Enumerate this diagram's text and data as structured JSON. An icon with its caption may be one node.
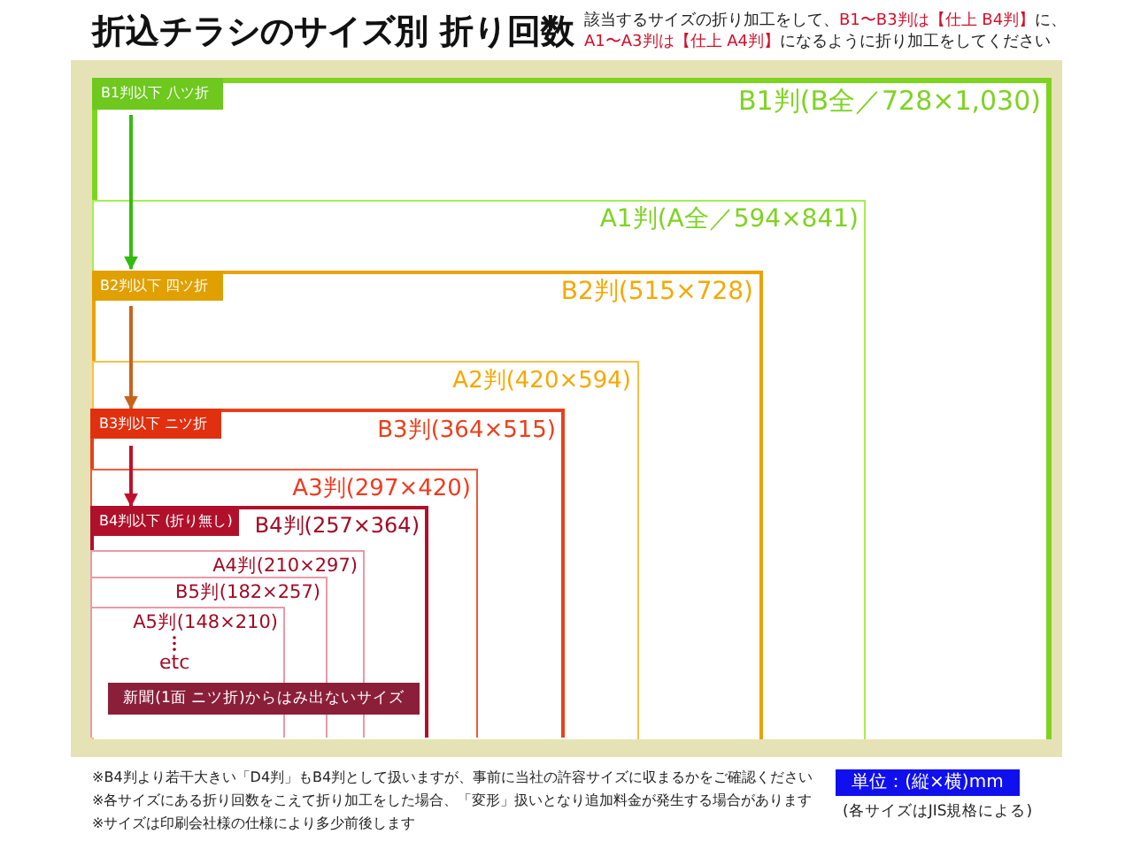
{
  "diagram": {
    "title": "折込チラシのサイズ別 折り回数",
    "nodes": [
      {
        "text": [
          "B1判(B全／728×1,030)"
        ]
      },
      {
        "text": [
          "B1判以下 八ツ折"
        ],
        "in": 0
      },
      {
        "text": [
          "A1判(A全／594×841)"
        ],
        "in": 0
      },
      {
        "text": [
          "B2判(515×728)"
        ],
        "in": 2
      },
      {
        "text": [
          "B2判以下 四ツ折"
        ],
        "in": 3
      },
      {
        "text": [
          "A2判(420×594)"
        ],
        "in": 3
      },
      {
        "text": [
          "B3判(364×515)"
        ],
        "in": 5
      },
      {
        "text": [
          "B3判以下 ニツ折"
        ],
        "in": 6
      },
      {
        "text": [
          "A3判(297×420)"
        ],
        "in": 6
      },
      {
        "text": [
          "B4判(257×364)"
        ],
        "in": 8
      },
      {
        "text": [
          "B4判以下 (折り無し)"
        ],
        "in": 9
      },
      {
        "text": [
          "A4判(210×297)"
        ],
        "in": 9
      },
      {
        "text": [
          "B5判(182×257)"
        ],
        "in": 11
      },
      {
        "text": [
          "A5判(148×210)",
          "etc"
        ],
        "in": 12
      },
      {
        "text": [
          "新聞(1面 ニツ折)からはみ出ないサイズ"
        ],
        "in": 9
      },
      {
        "text": [
          "単位：(縦×横)mm"
        ],
        "beside": [
          "(各サイズはJIS規格による)"
        ]
      }
    ],
    "edges": [
      {
        "from": 1,
        "to": 4,
        "arrow": "to",
        "color": "#33bb11"
      },
      {
        "from": 4,
        "to": 7,
        "arrow": "to",
        "color": "#c8641a"
      },
      {
        "from": 7,
        "to": 10,
        "arrow": "to",
        "color": "#c0102a"
      }
    ],
    "labels": [
      "該当するサイズの折り加工をして、**B1〜B3判は【仕上 B4判】**に、**A1〜A3判は【仕上 A4判】**になるように折り加工をしてください",
      "※B4判より若干大きい「D4判」もB4判として扱いますが、事前に当社の許容サイズに収まるかをご確認ください",
      "※各サイズにある折り回数をこえて折り加工をした場合、「変形」扱いとなり追加料金が発生する場合があります",
      "※サイズは印刷会社様の仕様により多少前後します"
    ]
  }
}
